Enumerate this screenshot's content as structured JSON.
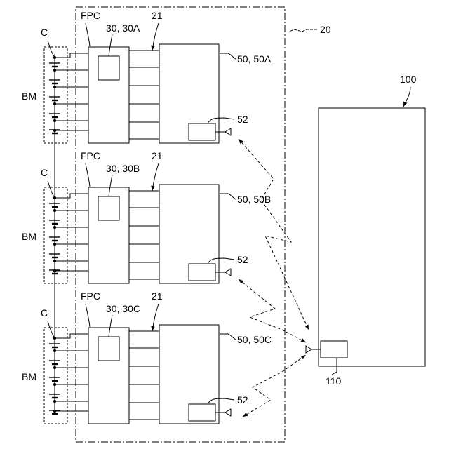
{
  "figure": {
    "system_label": "20",
    "host_label": "100",
    "host_unit_label": "110",
    "modules": [
      {
        "fpc_label": "FPC",
        "c_label": "C",
        "bm_label": "BM",
        "controller_label": "30, 30A",
        "line_label": "21",
        "monitor_label": "50, 50A",
        "radio_label": "52"
      },
      {
        "fpc_label": "FPC",
        "c_label": "C",
        "bm_label": "BM",
        "controller_label": "30, 30B",
        "line_label": "21",
        "monitor_label": "50, 50B",
        "radio_label": "52"
      },
      {
        "fpc_label": "FPC",
        "c_label": "C",
        "bm_label": "BM",
        "controller_label": "30, 30C",
        "line_label": "21",
        "monitor_label": "50, 50C",
        "radio_label": "52"
      }
    ]
  }
}
